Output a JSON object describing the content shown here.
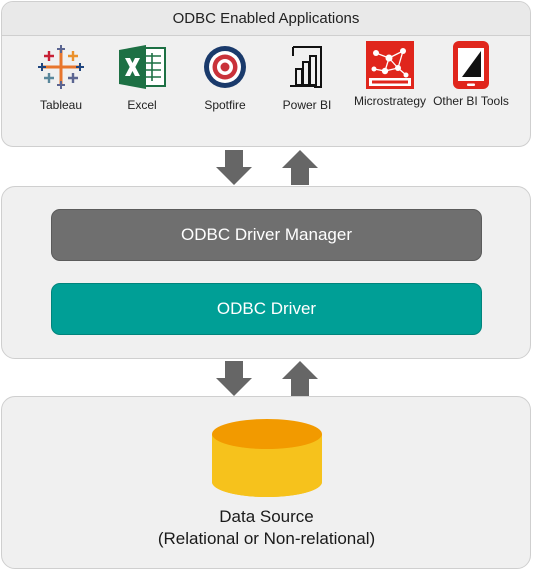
{
  "apps_panel": {
    "title": "ODBC Enabled Applications",
    "apps": [
      {
        "label": "Tableau",
        "icon": "tableau-icon"
      },
      {
        "label": "Excel",
        "icon": "excel-icon"
      },
      {
        "label": "Spotfire",
        "icon": "spotfire-icon"
      },
      {
        "label": "Power BI",
        "icon": "power-bi-icon"
      },
      {
        "label": "Microstrategy",
        "icon": "microstrategy-icon"
      },
      {
        "label": "Other BI Tools",
        "icon": "other-bi-tools-icon"
      }
    ]
  },
  "driver_panel": {
    "manager_label": "ODBC Driver Manager",
    "driver_label": "ODBC Driver"
  },
  "datasource_panel": {
    "line1": "Data Source",
    "line2": "(Relational or Non-relational)"
  },
  "colors": {
    "driver_manager": "#6f6f6f",
    "odbc_driver": "#009f96",
    "database": "#f6b700",
    "arrow": "#666666"
  }
}
